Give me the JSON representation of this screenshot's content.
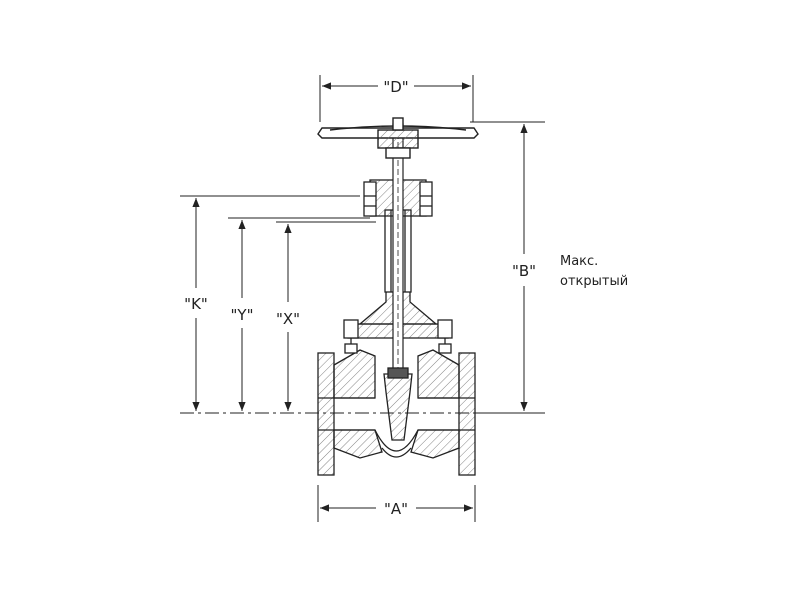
{
  "dimensions": {
    "a": "\"A\"",
    "b": "\"B\"",
    "d": "\"D\"",
    "k": "\"K\"",
    "x": "\"X\"",
    "y": "\"Y\""
  },
  "note": {
    "line1": "Макс.",
    "line2": "открытый"
  }
}
